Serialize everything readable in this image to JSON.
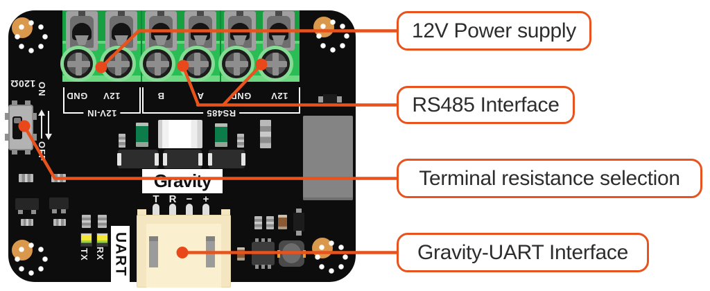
{
  "colors": {
    "accent_orange": "#E8521D",
    "board_black": "#0D0D0D",
    "terminal_green": "#2ABD55",
    "hole_gold": "#D9984B",
    "connector_cream": "#F4E6C0"
  },
  "board": {
    "terminal_pins": [
      "GND",
      "12V",
      "B",
      "A",
      "GND",
      "12V"
    ],
    "terminal_groups": [
      {
        "label": "12V-IN"
      },
      {
        "label": "RS485"
      }
    ],
    "resistor_switch": {
      "value_label": "120Ω",
      "on_label": "ON",
      "off_label": "OFF"
    },
    "logo": "Gravity",
    "uart_label": "UART",
    "led_labels": {
      "tx": "TX",
      "rx": "RX"
    },
    "uart_pins": [
      "T",
      "R",
      "−",
      "+"
    ]
  },
  "callouts": [
    {
      "id": "power",
      "label": "12V Power supply"
    },
    {
      "id": "rs485",
      "label": "RS485 Interface"
    },
    {
      "id": "terminal-resistance",
      "label": "Terminal resistance selection"
    },
    {
      "id": "uart",
      "label": "Gravity-UART Interface"
    }
  ]
}
